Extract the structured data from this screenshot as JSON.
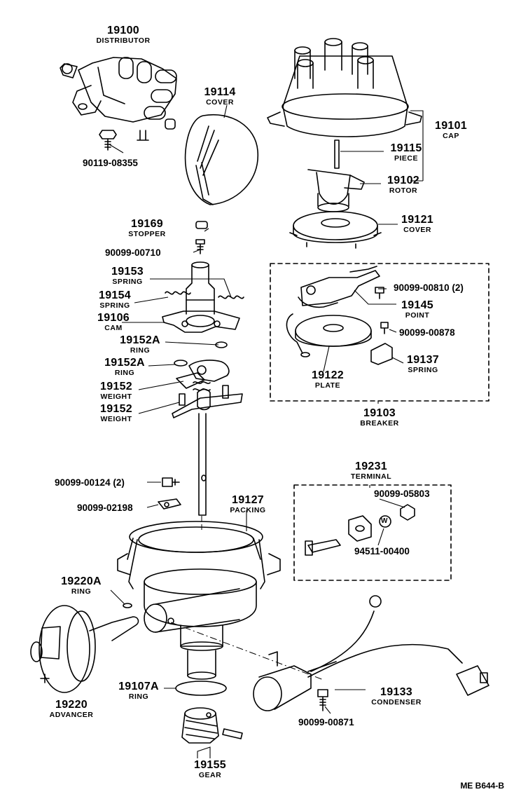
{
  "parts": {
    "p19100": {
      "num": "19100",
      "name": "DISTRIBUTOR"
    },
    "p90119": {
      "pn": "90119-08355"
    },
    "p19114": {
      "num": "19114",
      "name": "COVER"
    },
    "p19101": {
      "num": "19101",
      "name": "CAP"
    },
    "p19115": {
      "num": "19115",
      "name": "PIECE"
    },
    "p19102": {
      "num": "19102",
      "name": "ROTOR"
    },
    "p19121": {
      "num": "19121",
      "name": "COVER"
    },
    "p19169": {
      "num": "19169",
      "name": "STOPPER"
    },
    "p90099_00710": {
      "pn": "90099-00710"
    },
    "p19153": {
      "num": "19153",
      "name": "SPRING"
    },
    "p19154": {
      "num": "19154",
      "name": "SPRING"
    },
    "p19106": {
      "num": "19106",
      "name": "CAM"
    },
    "p19152A_1": {
      "num": "19152A",
      "name": "RING"
    },
    "p19152A_2": {
      "num": "19152A",
      "name": "RING"
    },
    "p19152_1": {
      "num": "19152",
      "name": "WEIGHT"
    },
    "p19152_2": {
      "num": "19152",
      "name": "WEIGHT"
    },
    "p90099_00810": {
      "pn": "90099-00810 (2)"
    },
    "p19145": {
      "num": "19145",
      "name": "POINT"
    },
    "p90099_00878": {
      "pn": "90099-00878"
    },
    "p19137": {
      "num": "19137",
      "name": "SPRING"
    },
    "p19122": {
      "num": "19122",
      "name": "PLATE"
    },
    "p19103": {
      "num": "19103",
      "name": "BREAKER"
    },
    "p19231": {
      "num": "19231",
      "name": "TERMINAL"
    },
    "p90099_05803": {
      "pn": "90099-05803"
    },
    "p94511": {
      "pn": "94511-00400"
    },
    "p90099_00124": {
      "pn": "90099-00124 (2)"
    },
    "p90099_02198": {
      "pn": "90099-02198"
    },
    "p19127": {
      "num": "19127",
      "name": "PACKING"
    },
    "p19220A": {
      "num": "19220A",
      "name": "RING"
    },
    "p19220": {
      "num": "19220",
      "name": "ADVANCER"
    },
    "p19107A": {
      "num": "19107A",
      "name": "RING"
    },
    "p19133": {
      "num": "19133",
      "name": "CONDENSER"
    },
    "p90099_00871": {
      "pn": "90099-00871"
    },
    "p19155": {
      "num": "19155",
      "name": "GEAR"
    }
  },
  "washer_mark": "W",
  "diagram_code": "ME B644-B"
}
